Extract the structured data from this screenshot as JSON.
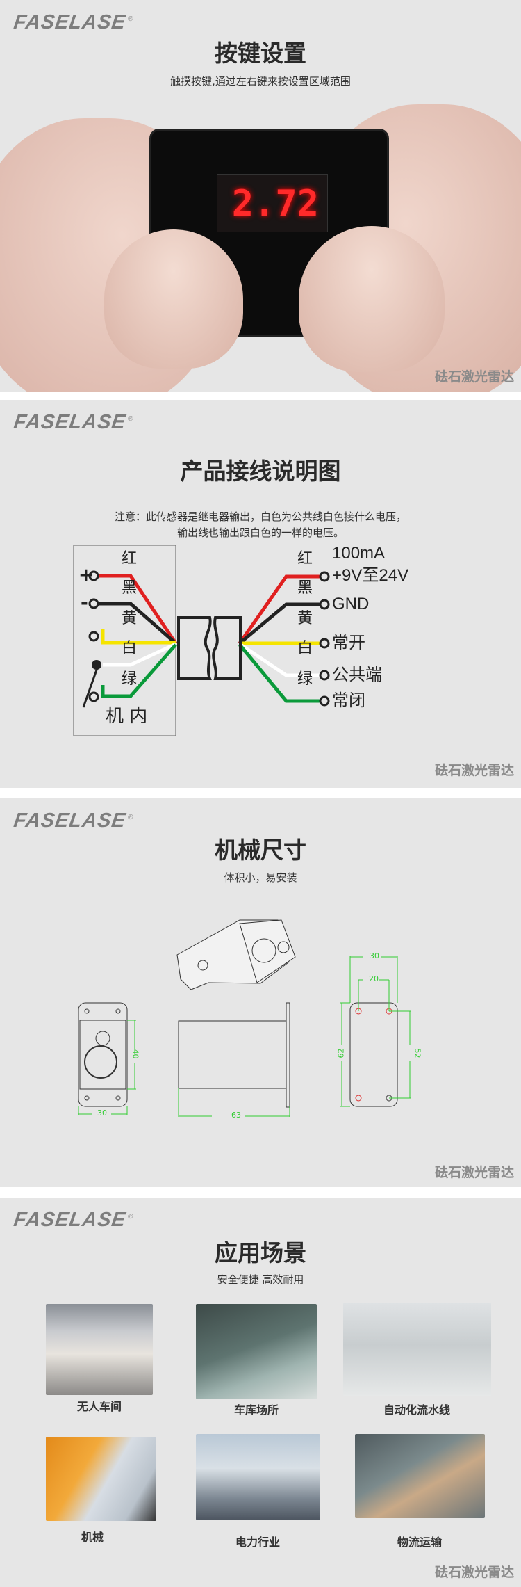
{
  "brand": {
    "logo": "FASELASE",
    "registered": "®",
    "watermark": "砝石激光雷达"
  },
  "sections": [
    {
      "title": "按键设置",
      "subtitle": "触摸按键,通过左右键来按设置区域范围",
      "display_value": "2.72"
    },
    {
      "title": "产品接线说明图",
      "note_line1": "注意：此传感器是继电器输出，白色为公共线白色接什么电压，",
      "note_line2": "输出线也输出跟白色的一样的电压。",
      "diagram": {
        "left_box_label": "机 内",
        "left_terminals": [
          "+",
          "-"
        ],
        "wires": [
          {
            "color_name": "红",
            "color": "#e02020",
            "function": "+9V至24V"
          },
          {
            "color_name": "黑",
            "color": "#222222",
            "function": "GND"
          },
          {
            "color_name": "黄",
            "color": "#f5e400",
            "function": "常开"
          },
          {
            "color_name": "白",
            "color": "#ffffff",
            "function": "公共端"
          },
          {
            "color_name": "绿",
            "color": "#0a9a3a",
            "function": "常闭"
          }
        ],
        "current_label": "100mA"
      }
    },
    {
      "title": "机械尺寸",
      "subtitle": "体积小，易安装",
      "dimensions": {
        "front_width": "30",
        "front_height": "40",
        "side_length": "63",
        "back_width": "30",
        "hole_spacing_x": "20",
        "back_height": "62",
        "hole_spacing_y": "52"
      }
    },
    {
      "title": "应用场景",
      "subtitle": "安全便捷 高效耐用",
      "scenes": [
        {
          "label": "无人车间"
        },
        {
          "label": "车库场所"
        },
        {
          "label": "自动化流水线"
        },
        {
          "label": "机械"
        },
        {
          "label": "电力行业"
        },
        {
          "label": "物流运输"
        }
      ]
    }
  ]
}
